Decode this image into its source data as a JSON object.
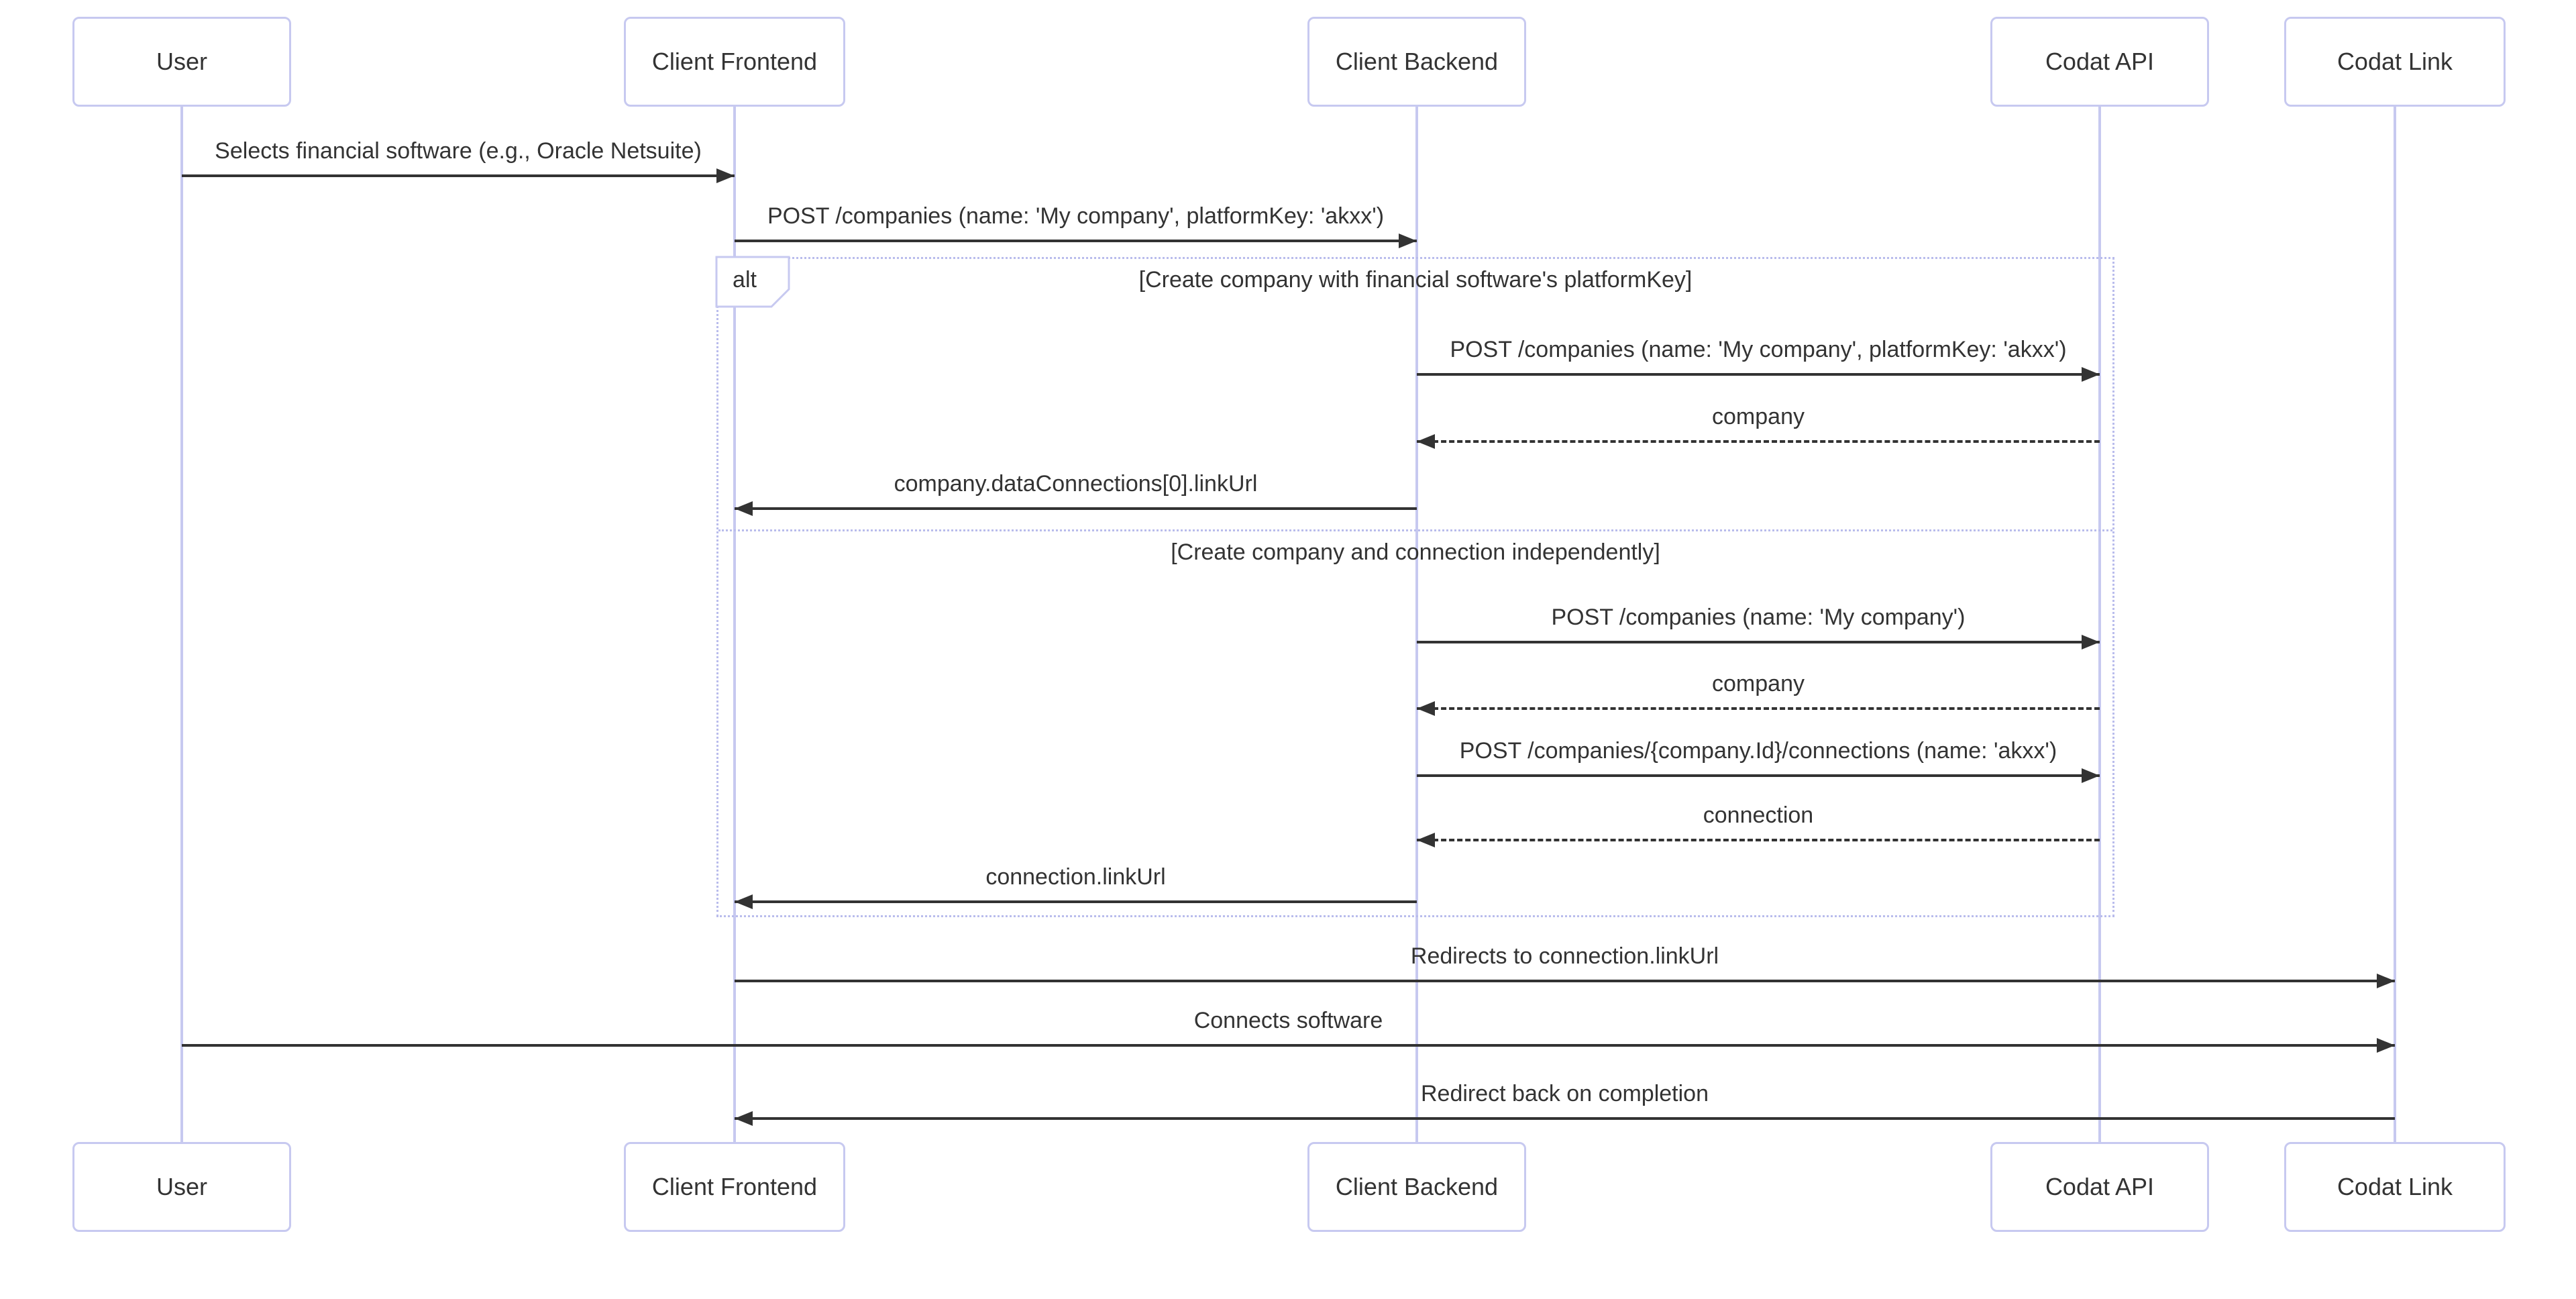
{
  "diagram": {
    "type": "sequence-diagram",
    "actors": [
      {
        "id": "user",
        "label": "User"
      },
      {
        "id": "frontend",
        "label": "Client Frontend"
      },
      {
        "id": "backend",
        "label": "Client Backend"
      },
      {
        "id": "codat_api",
        "label": "Codat API"
      },
      {
        "id": "codat_link",
        "label": "Codat Link"
      }
    ],
    "alt_frame": {
      "operator_label": "alt",
      "sections": [
        {
          "condition": "[Create company with financial software's platformKey]"
        },
        {
          "condition": "[Create company and connection independently]"
        }
      ]
    },
    "messages": [
      {
        "from": "user",
        "to": "frontend",
        "line": "solid",
        "text": "Selects financial software (e.g., Oracle Netsuite)"
      },
      {
        "from": "frontend",
        "to": "backend",
        "line": "solid",
        "text": "POST /companies (name: 'My company', platformKey: 'akxx')"
      },
      {
        "from": "backend",
        "to": "codat_api",
        "line": "solid",
        "text": "POST /companies (name: 'My company', platformKey: 'akxx')"
      },
      {
        "from": "codat_api",
        "to": "backend",
        "line": "dashed",
        "text": "company"
      },
      {
        "from": "backend",
        "to": "frontend",
        "line": "solid",
        "text": "company.dataConnections[0].linkUrl"
      },
      {
        "from": "backend",
        "to": "codat_api",
        "line": "solid",
        "text": "POST /companies (name: 'My company')"
      },
      {
        "from": "codat_api",
        "to": "backend",
        "line": "dashed",
        "text": "company"
      },
      {
        "from": "backend",
        "to": "codat_api",
        "line": "solid",
        "text": "POST /companies/{company.Id}/connections (name: 'akxx')"
      },
      {
        "from": "codat_api",
        "to": "backend",
        "line": "dashed",
        "text": "connection"
      },
      {
        "from": "backend",
        "to": "frontend",
        "line": "solid",
        "text": "connection.linkUrl"
      },
      {
        "from": "frontend",
        "to": "codat_link",
        "line": "solid",
        "text": "Redirects to connection.linkUrl"
      },
      {
        "from": "user",
        "to": "codat_link",
        "line": "solid",
        "text": "Connects software"
      },
      {
        "from": "codat_link",
        "to": "frontend",
        "line": "solid",
        "text": "Redirect back on completion"
      }
    ],
    "colors": {
      "background": "#ffffff",
      "accent": "#c7c9f0",
      "frame_border": "#b9bcec",
      "text": "#333333",
      "message_line": "#333333"
    }
  }
}
